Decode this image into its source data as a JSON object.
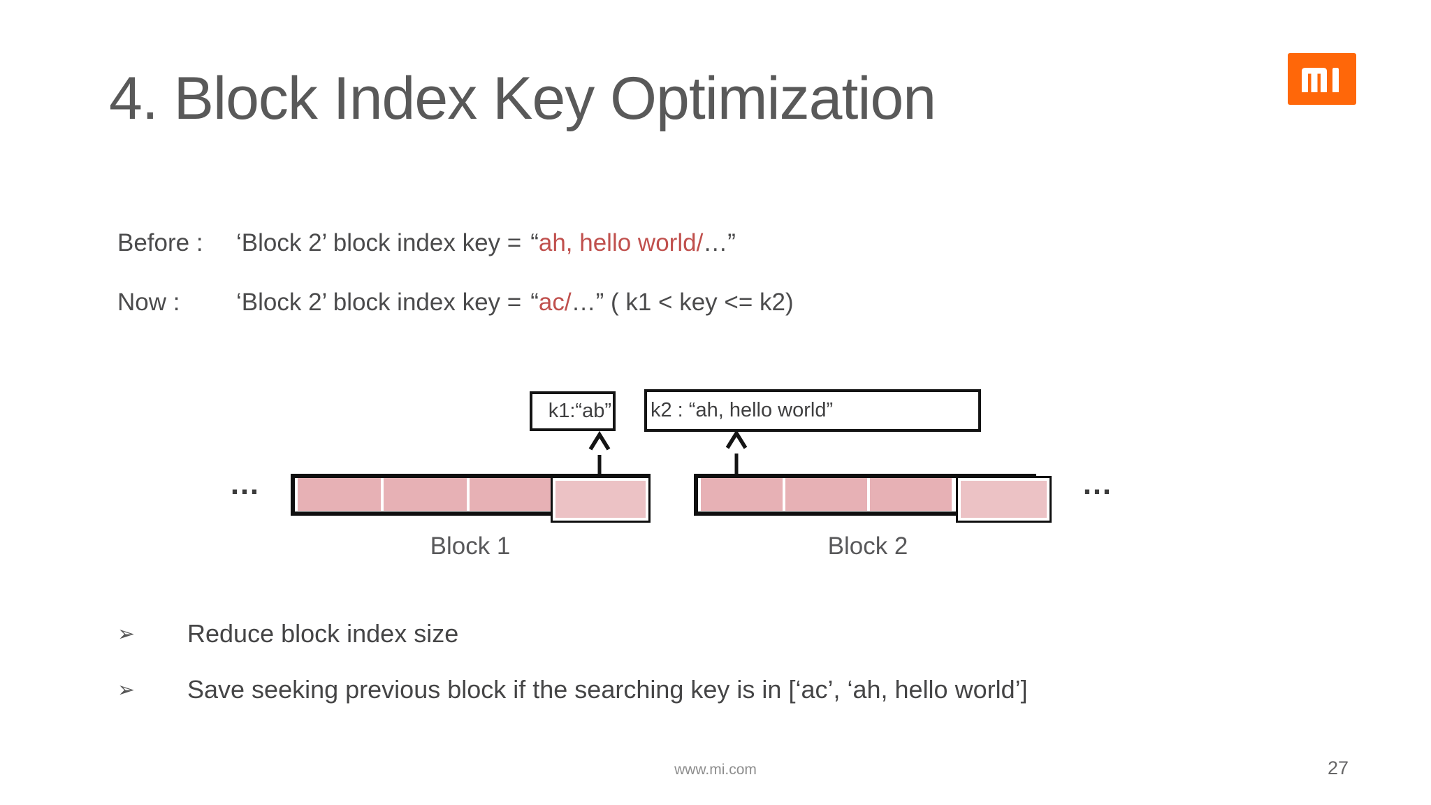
{
  "slide": {
    "title": "4. Block Index Key Optimization",
    "footer_url": "www.mi.com",
    "page_number": "27"
  },
  "colors": {
    "title_gray": "#595959",
    "body_gray": "#4b4b4c",
    "highlight_red": "#c0504d",
    "highlight_green": "#4ca83d",
    "logo_orange": "#ff6709",
    "cell_pink": "#e7b1b5",
    "cell_pink_light": "#ecc2c5"
  },
  "icons": {
    "logo": "mi-logo",
    "bullet_marker": "arrow-bullet-icon",
    "arrow": "up-arrow-icon"
  },
  "before_line": {
    "label": "Before :",
    "body": "‘Block 2’ block index key =",
    "open_quote": "“",
    "highlight": "ah, hello world/",
    "tail": "…”"
  },
  "now_line": {
    "label": "Now :",
    "body": "‘Block 2’ block index key =",
    "open_quote": "“",
    "highlight": "ac/",
    "tail": "…” ( k1 < key <= k2)"
  },
  "diagram": {
    "k1_box_text": "k1:“ab”",
    "k2_box_text": "k2 : “ah, hello world”",
    "block1_label": "Block 1",
    "block2_label": "Block 2",
    "left_ellipsis": "…",
    "right_ellipsis": "…"
  },
  "bullets": {
    "marker": "➢",
    "item1": "Reduce block index size",
    "item2_prefix": "Save seeking previous block if the searching key is in [",
    "item2_highlight": "‘ac’, ‘ah, hello world’",
    "item2_suffix": "]"
  }
}
